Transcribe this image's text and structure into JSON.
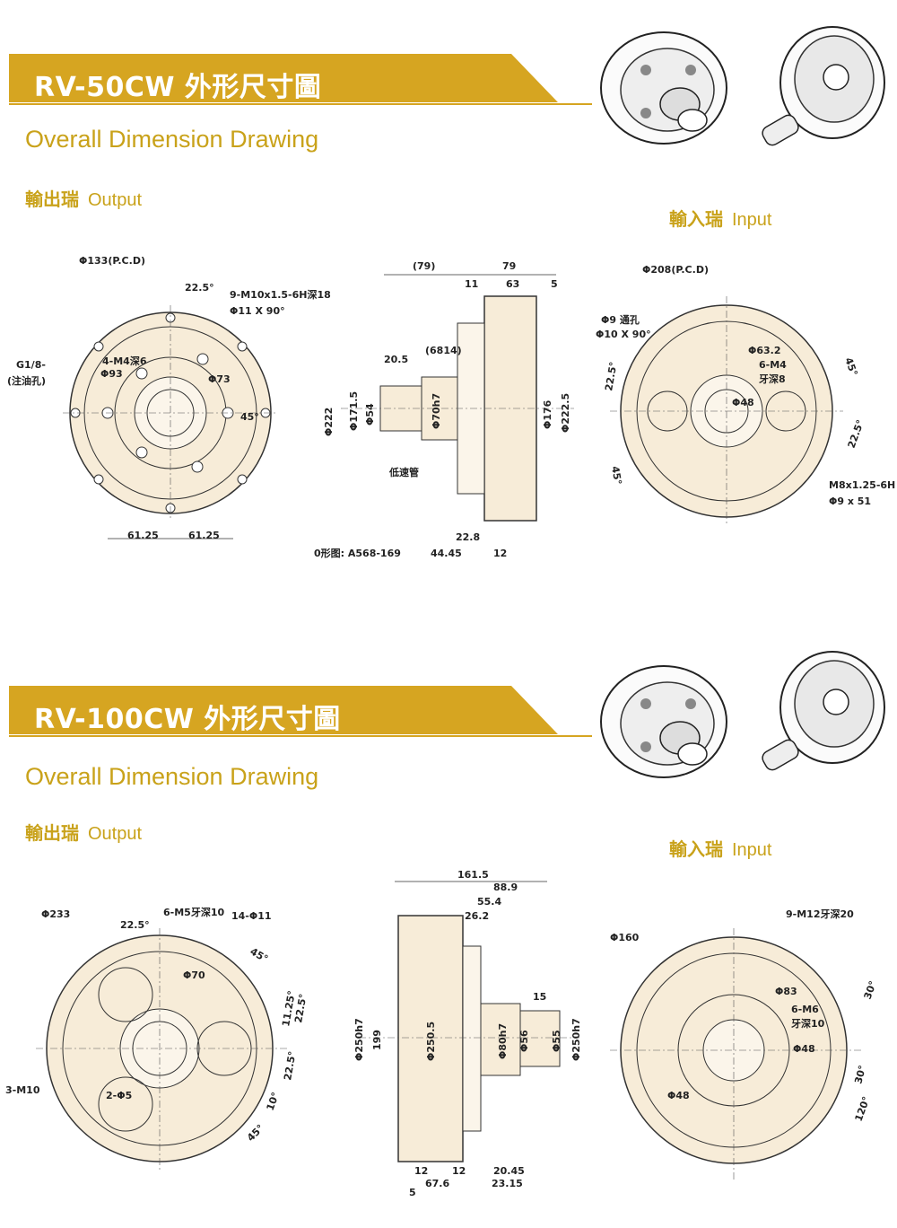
{
  "sections": [
    {
      "title": "RV-50CW 外形尺寸圖",
      "subtitle": "Overall Dimension Drawing",
      "output_label": {
        "zh": "輸出瑞",
        "en": "Output"
      },
      "input_label": {
        "zh": "輸入瑞",
        "en": "Input"
      },
      "output_dims": [
        "Φ133(P.C.D)",
        "22.5°",
        "9-M10x1.5-6H深18",
        "Φ11 X 90°",
        "4-M4深6",
        "Φ93",
        "G1/8-",
        "(注油孔)",
        "Φ73",
        "45°",
        "61.25",
        "61.25"
      ],
      "side_dims": [
        "(79)",
        "79",
        "11",
        "63",
        "5",
        "20.5",
        "(6814)",
        "Φ222",
        "Φ171.5",
        "Φ54",
        "Φ70h7",
        "Φ176",
        "Φ222.5",
        "低速管",
        "22.8",
        "0形图: A568-169",
        "44.45",
        "12"
      ],
      "input_dims": [
        "Φ208(P.C.D)",
        "Φ9 通孔",
        "Φ10 X 90°",
        "Φ63.2",
        "6-M4",
        "牙深8",
        "Φ48",
        "22.5°",
        "45°",
        "45°",
        "22.5°",
        "M8x1.25-6H",
        "Φ9 x 51"
      ]
    },
    {
      "title": "RV-100CW 外形尺寸圖",
      "subtitle": "Overall Dimension Drawing",
      "output_label": {
        "zh": "輸出瑞",
        "en": "Output"
      },
      "input_label": {
        "zh": "輸入瑞",
        "en": "Input"
      },
      "output_dims": [
        "Φ233",
        "22.5°",
        "6-M5牙深10",
        "14-Φ11",
        "45°",
        "Φ70",
        "22.5°",
        "11.25°",
        "22.5°",
        "10°",
        "45°",
        "3-M10",
        "2-Φ5"
      ],
      "side_dims": [
        "161.5",
        "88.9",
        "55.4",
        "26.2",
        "15",
        "Φ250h7",
        "199",
        "Φ250.5",
        "Φ80h7",
        "Φ56",
        "Φ55",
        "Φ250h7",
        "12",
        "12",
        "20.45",
        "67.6",
        "23.15",
        "5"
      ],
      "input_dims": [
        "Φ160",
        "9-M12牙深20",
        "Φ83",
        "6-M6",
        "牙深10",
        "Φ48",
        "Φ48",
        "30°",
        "30°",
        "120°"
      ]
    }
  ],
  "colors": {
    "banner": "#d6a521",
    "accent": "#c9a21a",
    "part_fill": "#f7ecd8",
    "line": "#333333"
  }
}
